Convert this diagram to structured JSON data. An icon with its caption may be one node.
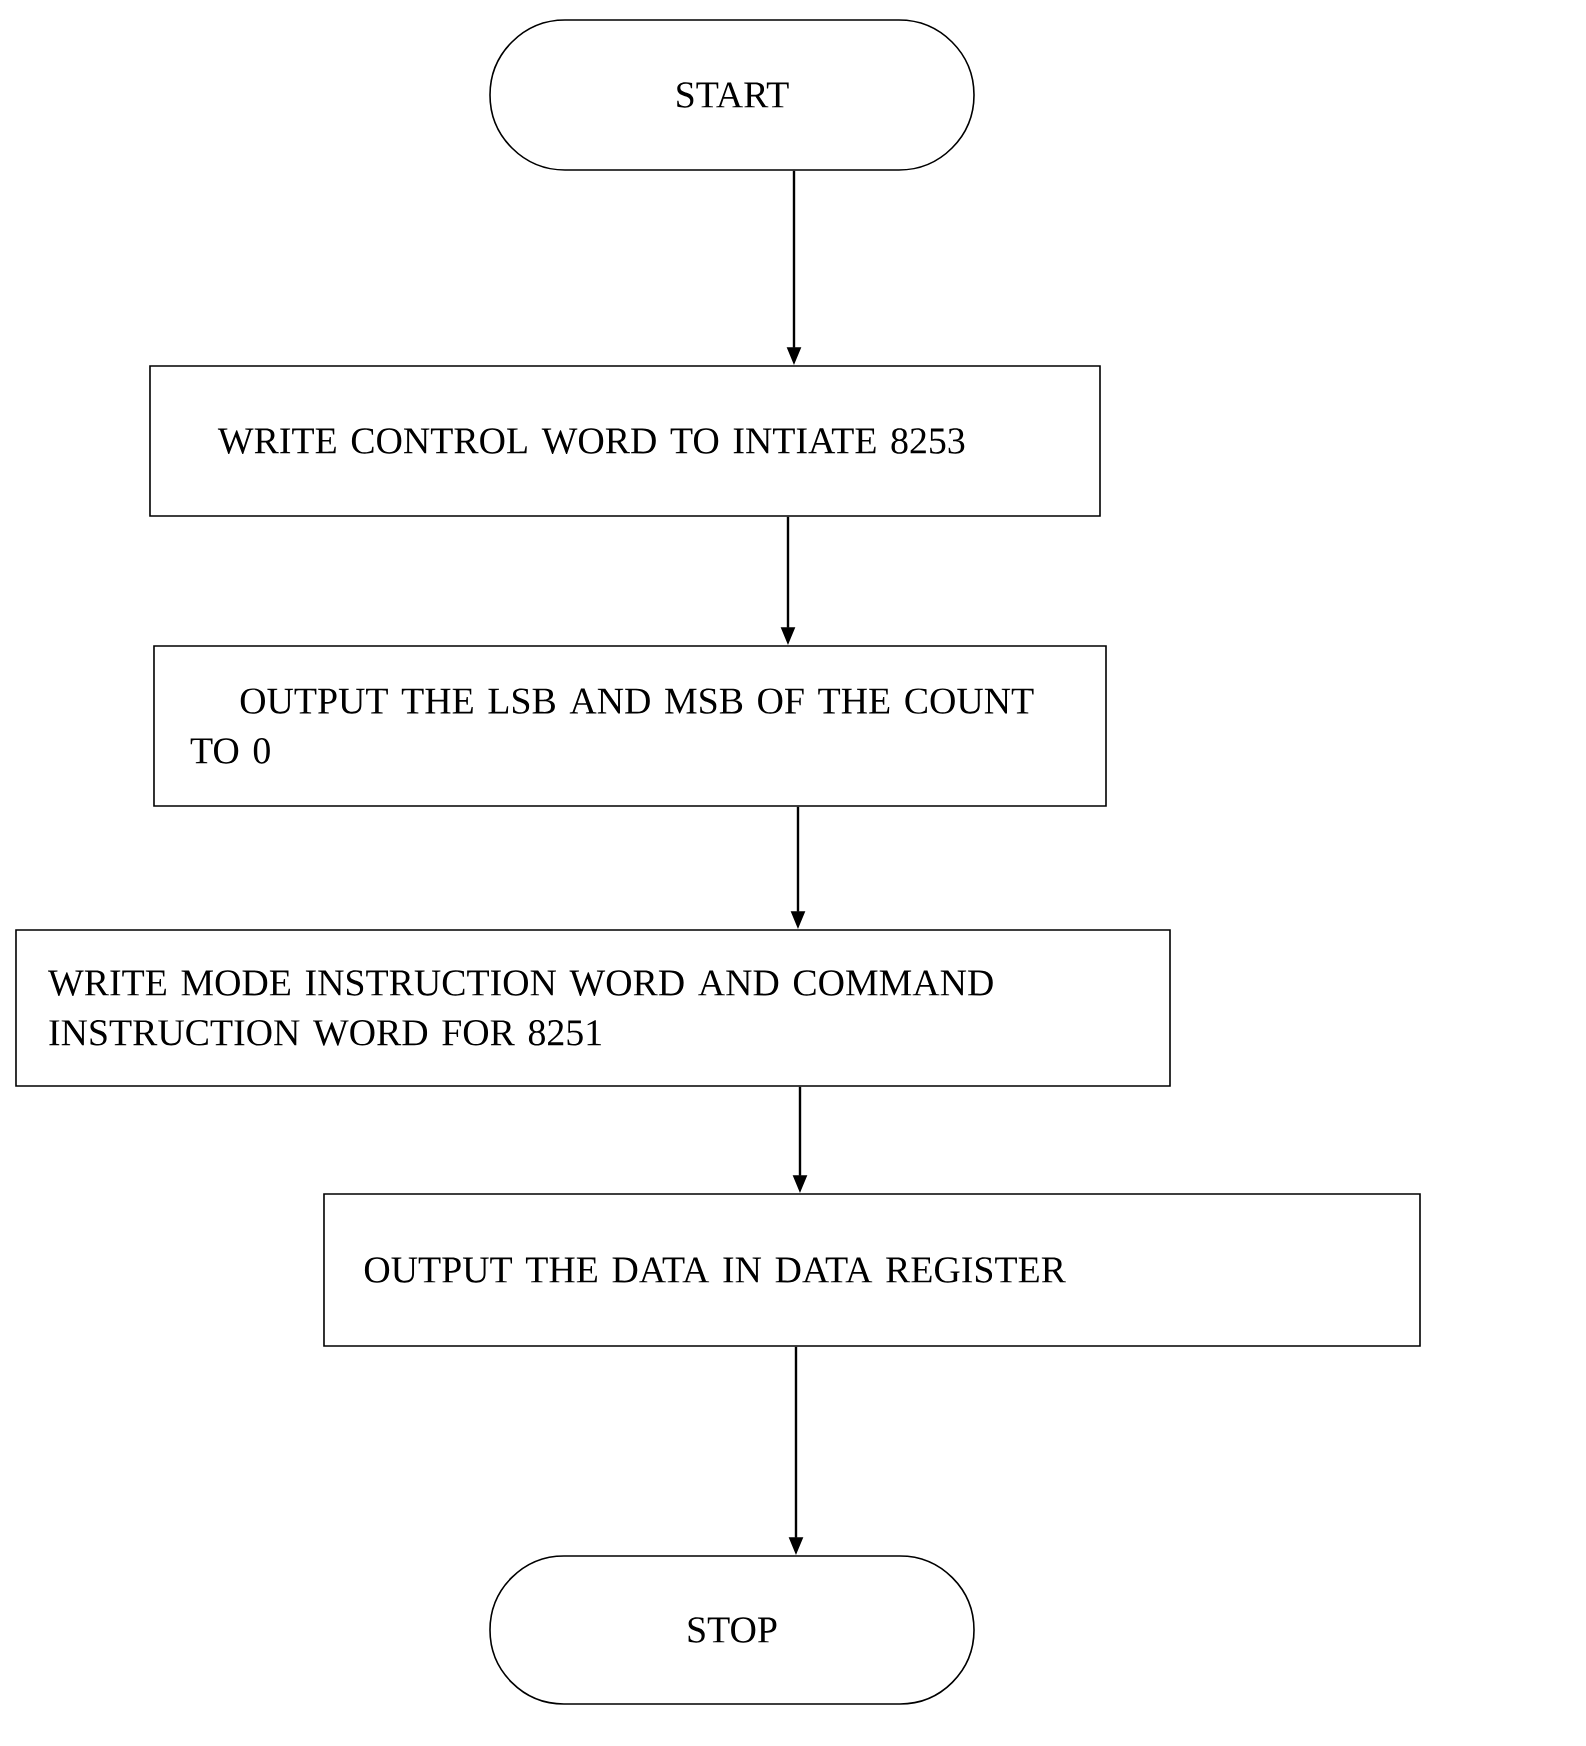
{
  "diagram": {
    "nodes": [
      {
        "text": [
          "START"
        ]
      },
      {
        "text": [
          "WRITE CONTROL WORD TO INTIATE 8253"
        ]
      },
      {
        "text": [
          "OUTPUT THE LSB AND MSB OF THE COUNT TO 0"
        ]
      },
      {
        "text": [
          "WRITE MODE INSTRUCTION WORD AND COMMAND INSTRUCTION WORD FOR 8251"
        ]
      },
      {
        "text": [
          "OUTPUT THE DATA IN DATA REGISTER"
        ]
      },
      {
        "text": [
          "STOP"
        ]
      }
    ],
    "edges": [
      {
        "from": 0,
        "to": 1,
        "arrow": "to"
      },
      {
        "from": 1,
        "to": 2,
        "arrow": "to"
      },
      {
        "from": 2,
        "to": 3,
        "arrow": "to"
      },
      {
        "from": 3,
        "to": 4,
        "arrow": "to"
      },
      {
        "from": 4,
        "to": 5,
        "arrow": "to"
      }
    ]
  }
}
